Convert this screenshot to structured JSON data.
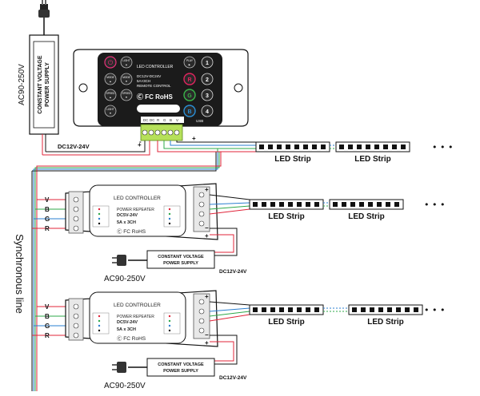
{
  "controller": {
    "title": "LED CONTROLLER",
    "spec1": "DC12V-DC24V",
    "spec2": "5A×3CH",
    "spec3": "REMOTE CONTROL",
    "cert": "Ⓒ FC RoHS",
    "usb": "USB",
    "buttons": {
      "light": "LIGHT",
      "mode_up": "MODE",
      "mode_down": "MODE",
      "speed_up": "SPEED",
      "speed_down": "SPEED",
      "light_down": "LIGHT",
      "play": "PLAY"
    },
    "number_buttons": [
      "1",
      "2",
      "3",
      "4"
    ],
    "color_buttons": [
      "R",
      "G",
      "B"
    ],
    "terminals": [
      "DC",
      "DC",
      "R",
      "G",
      "B",
      "V"
    ],
    "colors": {
      "body": "#1b1b1b",
      "r_ring": "#e0245e",
      "g_ring": "#3ab54a",
      "b_ring": "#2a8fd6",
      "power": "#e8327a"
    }
  },
  "main_power_supply": {
    "label_line1": "CONSTANT VOLTAGE",
    "label_line2": "POWER SUPPLY",
    "input": "AC90-250V",
    "output": "DC12V-24V"
  },
  "repeater": {
    "title": "LED CONTROLLER",
    "line1": "POWER REPEATER",
    "line2": "DC5V-24V",
    "line3": "5A x 3CH",
    "cert": "Ⓒ FC RoHS",
    "inputs": [
      "V",
      "B",
      "G",
      "R"
    ],
    "plus": "+",
    "minus": "−"
  },
  "repeater_power_supply": {
    "label_line1": "CONSTANT VOLTAGE",
    "label_line2": "POWER SUPPLY",
    "input": "AC90-250V",
    "output": "DC12V-24V"
  },
  "led_strip_label": "LED Strip",
  "continuation": "• • •",
  "sync_line_label": "Synchronous line",
  "wire_colors": {
    "red": "#e0243a",
    "green": "#2ea84a",
    "blue": "#2a7fd0",
    "black": "#111111",
    "gray": "#9aa0a6"
  }
}
